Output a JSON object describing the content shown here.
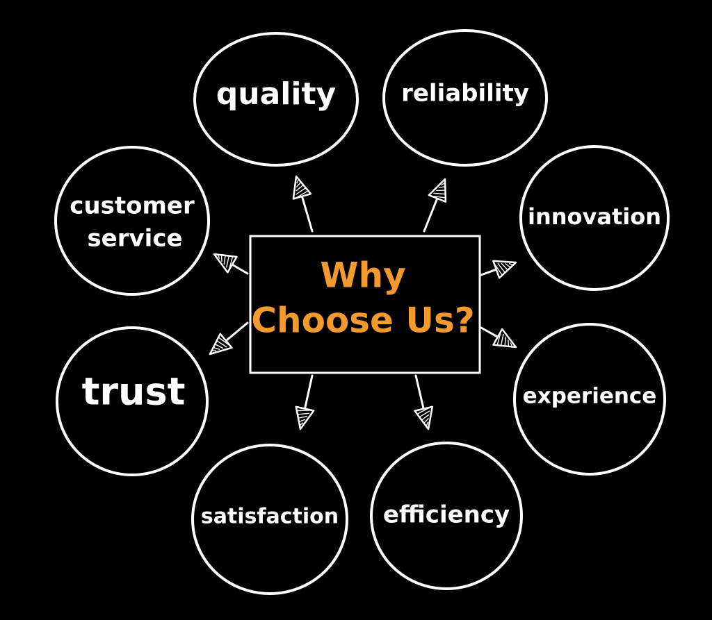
{
  "center": {
    "line1": "Why",
    "line2": "Choose Us?",
    "color": "#f29a2e"
  },
  "colors": {
    "background": "#000000",
    "stroke": "#ffffff",
    "text": "#ffffff"
  },
  "nodes": [
    {
      "id": "quality",
      "lines": [
        "quality"
      ]
    },
    {
      "id": "reliability",
      "lines": [
        "reliability"
      ]
    },
    {
      "id": "customer-service",
      "lines": [
        "customer",
        "service"
      ]
    },
    {
      "id": "innovation",
      "lines": [
        "innovation"
      ]
    },
    {
      "id": "trust",
      "lines": [
        "trust"
      ]
    },
    {
      "id": "experience",
      "lines": [
        "experience"
      ]
    },
    {
      "id": "satisfaction",
      "lines": [
        "satisfaction"
      ]
    },
    {
      "id": "efficiency",
      "lines": [
        "efficiency"
      ]
    }
  ]
}
